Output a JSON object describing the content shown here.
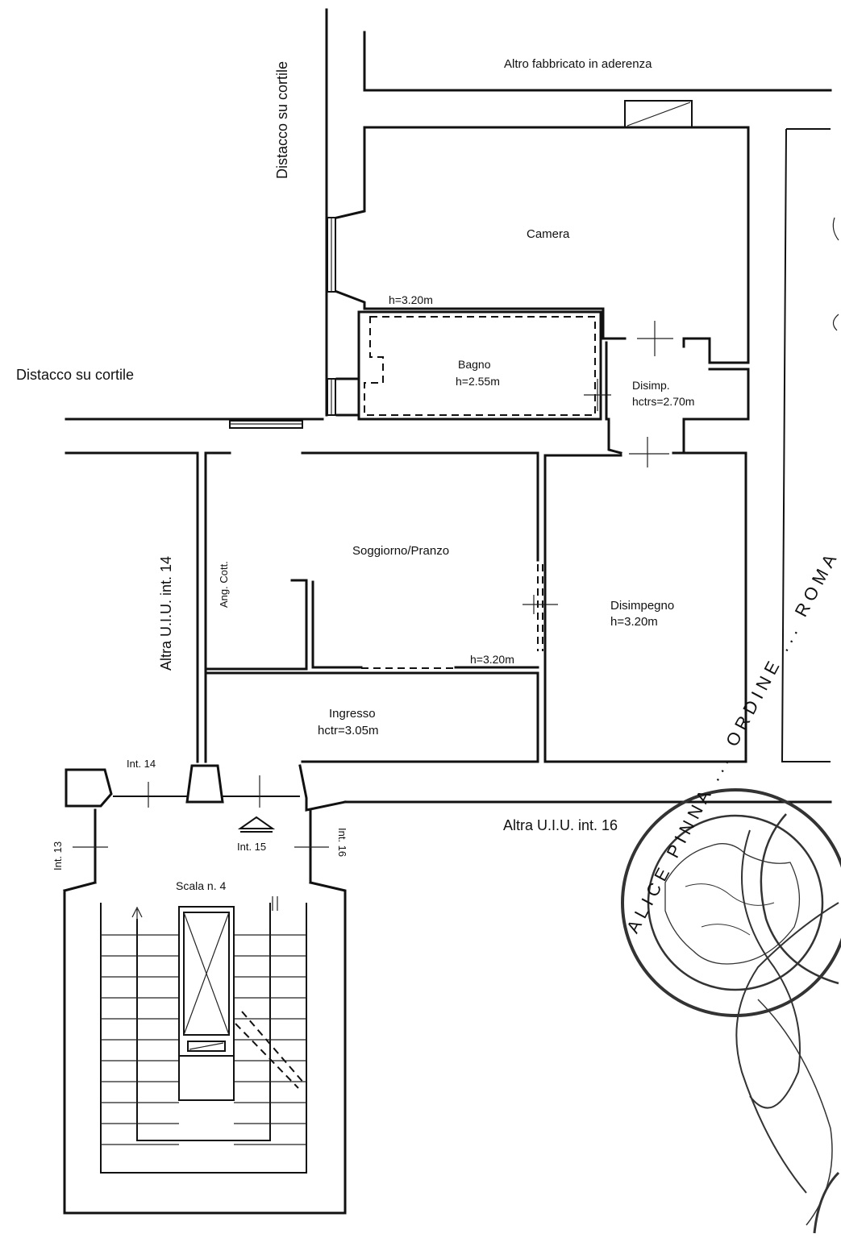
{
  "plan": {
    "labels": {
      "neighbor_top": "Altro fabbricato in aderenza",
      "courtyard_vertical": "Distacco su cortile",
      "courtyard_horizontal": "Distacco su cortile",
      "neighbor_left": "Altra U.I.U. int. 14",
      "neighbor_bottom": "Altra U.I.U. int. 16"
    },
    "rooms": {
      "camera": {
        "name": "Camera"
      },
      "bagno_top_height": "h=3.20m",
      "bagno": {
        "name": "Bagno",
        "height": "h=2.55m"
      },
      "disimp": {
        "name": "Disimp.",
        "height": "hctrs=2.70m"
      },
      "soggiorno": {
        "name": "Soggiorno/Pranzo"
      },
      "angolo": {
        "name": "Ang. Cott."
      },
      "soggiorno_height": "h=3.20m",
      "disimpegno": {
        "name": "Disimpegno",
        "height": "h=3.20m"
      },
      "ingresso": {
        "name": "Ingresso",
        "height": "hctr=3.05m"
      }
    },
    "landing": {
      "int14": "Int. 14",
      "int13": "Int. 13",
      "int15": "Int. 15",
      "int16": "Int. 16",
      "stair": "Scala n. 4"
    },
    "stamp": {
      "text": "ALICE PINNA ... ORDINE ... ROMA"
    }
  }
}
